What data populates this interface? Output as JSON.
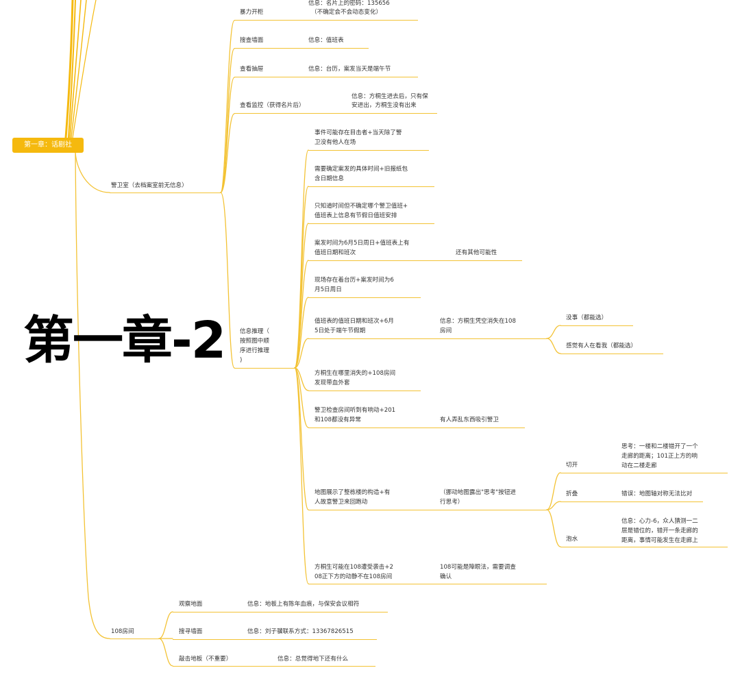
{
  "title": "第一章-2",
  "root": "第一章：话剧社",
  "nodes": {
    "baoli": "暴力开柜",
    "baoli_info_1": "信息：名片上的密码：135656",
    "baoli_info_2": "（不确定会不会动态变化）",
    "souqiang": "搜查墙面",
    "souqiang_info": "信息：值班表",
    "chouti": "查看抽屉",
    "chouti_info": "信息：台历，案发当天是端午节",
    "jiankong": "查看监控（获得名片后）",
    "jiankong_info_1": "信息：方桐生进去后，只有保",
    "jiankong_info_2": "安进出，方桐生没有出来",
    "jingweishi": "警卫室（去档案室前无信息）",
    "tuili_1": "信息推理（",
    "tuili_2": "按照图中顺",
    "tuili_3": "序进行推理",
    "tuili_4": ")",
    "r1_1": "事件可能存在目击者+当天除了警",
    "r1_2": "卫没有他人在场",
    "r2_1": "需要确定案发的具体时间+旧报纸包",
    "r2_2": "含日期信息",
    "r3_1": "只知道时间但不确定哪个警卫值班+",
    "r3_2": "值班表上信息有节假日值班安排",
    "r4_1": "案发时间为6月5日周日+值班表上有",
    "r4_2": "值班日期和班次",
    "r4_note": "还有其他可能性",
    "r5_1": "现场存在着台历+案发时间为6",
    "r5_2": "月5日周日",
    "r6_1": "值班表的值班日期和班次+6月",
    "r6_2": "5日处于端午节假期",
    "r6_info_1": "信息：方桐生凭空消失在108",
    "r6_info_2": "房间",
    "r6_opt_1": "没事（都能选）",
    "r6_opt_2": "感觉有人在看我（都能选）",
    "r7_1": "方桐生在哪里消失的+108房间",
    "r7_2": "发现带血外套",
    "r8_1": "警卫检查房间听到有响动+201",
    "r8_2": "和108都没有异常",
    "r8_note": "有人弄乱东西吸引警卫",
    "r9_1": "地图展示了整栋楼的构造+有",
    "r9_2": "人故意警卫来回跑动",
    "r9_note_1": "（挪动地图露出\"思考\"按钮进",
    "r9_note_2": "行思考）",
    "qiekai": "切开",
    "qiekai_info_1": "思考：一楼和二楼错开了一个",
    "qiekai_info_2": "走廊的距离；101正上方的响",
    "qiekai_info_3": "动在二楼走廊",
    "zhedie": "折叠",
    "zhedie_info": "错误：地图轴对称无法比对",
    "paoshui": "泡水",
    "paoshui_info_1": "信息：心力-6，众人猜测一二",
    "paoshui_info_2": "层是错位的，错开一条走廊的",
    "paoshui_info_3": "距离，事情可能发生在走廊上",
    "r10_1": "方桐生可能在108遭受袭击+2",
    "r10_2": "08正下方的动静不在108房间",
    "r10_note_1": "108可能是障眼法，需要调查",
    "r10_note_2": "确认",
    "room108": "108房间",
    "dimian": "观察地面",
    "dimian_info": "信息：地板上有陈年血痕，与保安会议相符",
    "souxun": "搜寻墙面",
    "souxun_info": "信息：刘子骥联系方式：13367826515",
    "qiaoji": "敲击地板（不重要）",
    "qiaoji_info": "信息：总觉得地下还有什么"
  },
  "colors": {
    "branch": "#f3c233",
    "root_fill": "#f5b90e",
    "trunk": "#f5b90e"
  }
}
